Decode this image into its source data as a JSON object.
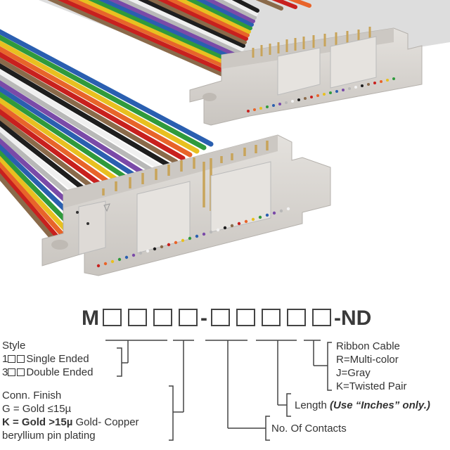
{
  "part_number": {
    "prefix": "M",
    "group1_boxes": 4,
    "separator1": "-",
    "group2_boxes": 5,
    "suffix": "-ND"
  },
  "style": {
    "heading": "Style",
    "options": [
      {
        "code": "1",
        "label": "Single Ended"
      },
      {
        "code": "3",
        "label": "Double Ended"
      }
    ]
  },
  "conn_finish": {
    "heading": "Conn. Finish",
    "line1": "G = Gold ≤15µ",
    "line2_bold": "K = Gold >15µ",
    "line2_rest": " Gold- Copper",
    "line3": "beryllium pin plating"
  },
  "ribbon_cable": {
    "heading": "Ribbon Cable",
    "options": [
      "R=Multi-color",
      "J=Gray",
      "K=Twisted Pair"
    ]
  },
  "length": {
    "label": "Length ",
    "note": "(Use “Inches” only.)"
  },
  "contacts": {
    "label": "No. Of Contacts"
  },
  "illustration": {
    "description": "Double-ended IDC ribbon cable assembly with multi-color flat cable and two gray box-header connectors with gold pins",
    "wire_colors": [
      "#8a6a4a",
      "#c8201e",
      "#e8642a",
      "#e8c020",
      "#2f9a3c",
      "#2a5fb0",
      "#7a4aa8",
      "#b8b8b8",
      "#f2f2f2",
      "#1e1e1e"
    ],
    "connector_color": "#d6d3cf",
    "pin_color": "#c8a45a"
  }
}
